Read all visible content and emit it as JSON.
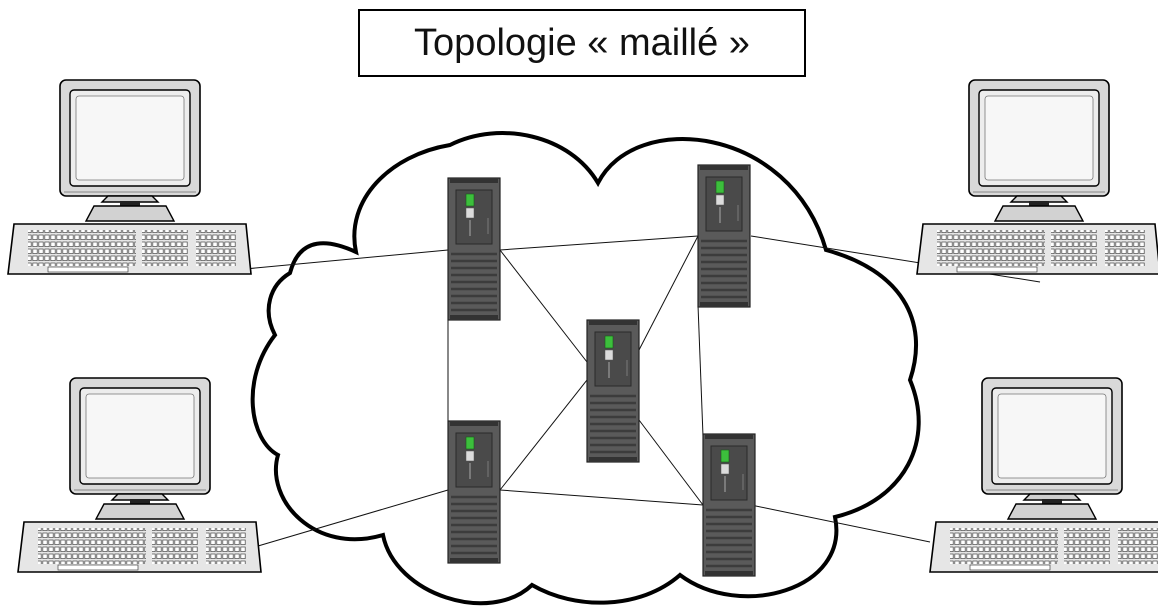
{
  "title": "Topologie « maillé »",
  "colors": {
    "outline": "#000000",
    "server_body": "#5a5a5a",
    "server_dark": "#3a3a3a",
    "server_led": "#3cbf3c",
    "pc_fill": "#d9d9d9",
    "screen_fill": "#ededed"
  },
  "nodes": {
    "computers": [
      "computer-top-left",
      "computer-bottom-left",
      "computer-top-right",
      "computer-bottom-right"
    ],
    "routers": [
      "router-top-left",
      "router-top-right",
      "router-center",
      "router-bottom-left",
      "router-bottom-right"
    ]
  },
  "links": [
    [
      "computer-top-left",
      "router-top-left"
    ],
    [
      "computer-bottom-left",
      "router-bottom-left"
    ],
    [
      "computer-top-right",
      "router-top-right"
    ],
    [
      "computer-bottom-right",
      "router-bottom-right"
    ],
    [
      "router-top-left",
      "router-top-right"
    ],
    [
      "router-top-left",
      "router-bottom-left"
    ],
    [
      "router-top-left",
      "router-center"
    ],
    [
      "router-top-right",
      "router-center"
    ],
    [
      "router-top-right",
      "router-bottom-right"
    ],
    [
      "router-bottom-left",
      "router-center"
    ],
    [
      "router-bottom-left",
      "router-bottom-right"
    ],
    [
      "router-center",
      "router-bottom-right"
    ]
  ]
}
